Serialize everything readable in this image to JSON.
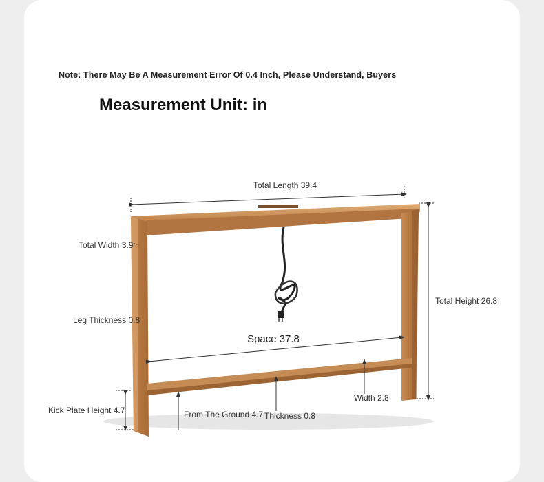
{
  "note": "Note: There May Be A Measurement Error Of 0.4 Inch, Please Understand, Buyers",
  "unit_title": "Measurement Unit: in",
  "dimensions": {
    "total_length": "Total Length 39.4",
    "total_width": "Total Width 3.9",
    "leg_thickness": "Leg Thickness 0.8",
    "total_height": "Total Height 26.8",
    "space": "Space 37.8",
    "width": "Width 2.8",
    "kick_plate_height": "Kick Plate Height 4.7",
    "from_the_ground": "From The Ground 4.7",
    "thickness": "Thickness 0.8"
  },
  "colors": {
    "wood": "#b97c45",
    "wood_dark": "#8a5428",
    "wood_light": "#d9a36c",
    "line": "#333333"
  }
}
